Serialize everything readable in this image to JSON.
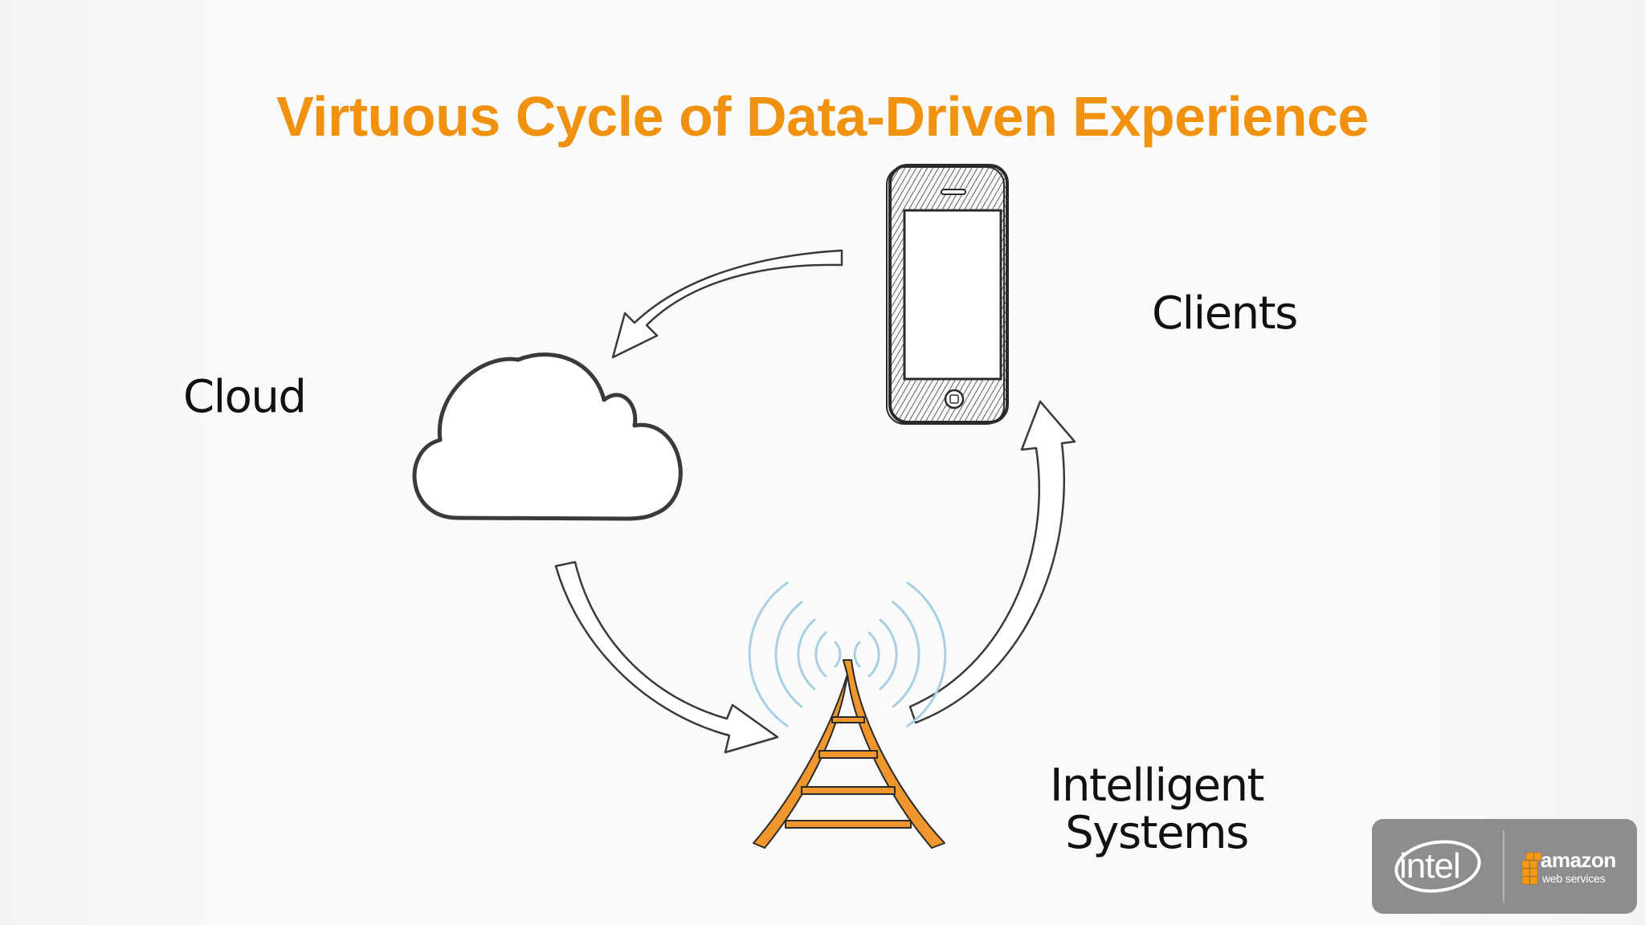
{
  "title": "Virtuous Cycle of Data-Driven Experience",
  "colors": {
    "title": "#f0920f",
    "tower": "#f0962e",
    "signal": "#a8cfe2",
    "line": "#3a3a3a",
    "badge": "#8d8d8d",
    "aws_orange": "#f59b1a"
  },
  "nodes": {
    "cloud": {
      "label": "Cloud",
      "icon": "cloud-icon"
    },
    "clients": {
      "label": "Clients",
      "icon": "smartphone-icon"
    },
    "intelligent_systems": {
      "label_line1": "Intelligent",
      "label_line2": "Systems",
      "icon": "radio-tower-icon"
    }
  },
  "arrows": [
    {
      "from": "clients",
      "to": "cloud"
    },
    {
      "from": "cloud",
      "to": "intelligent_systems"
    },
    {
      "from": "intelligent_systems",
      "to": "clients"
    }
  ],
  "badge": {
    "intel": "intel",
    "aws_name": "amazon",
    "aws_sub": "web services"
  }
}
